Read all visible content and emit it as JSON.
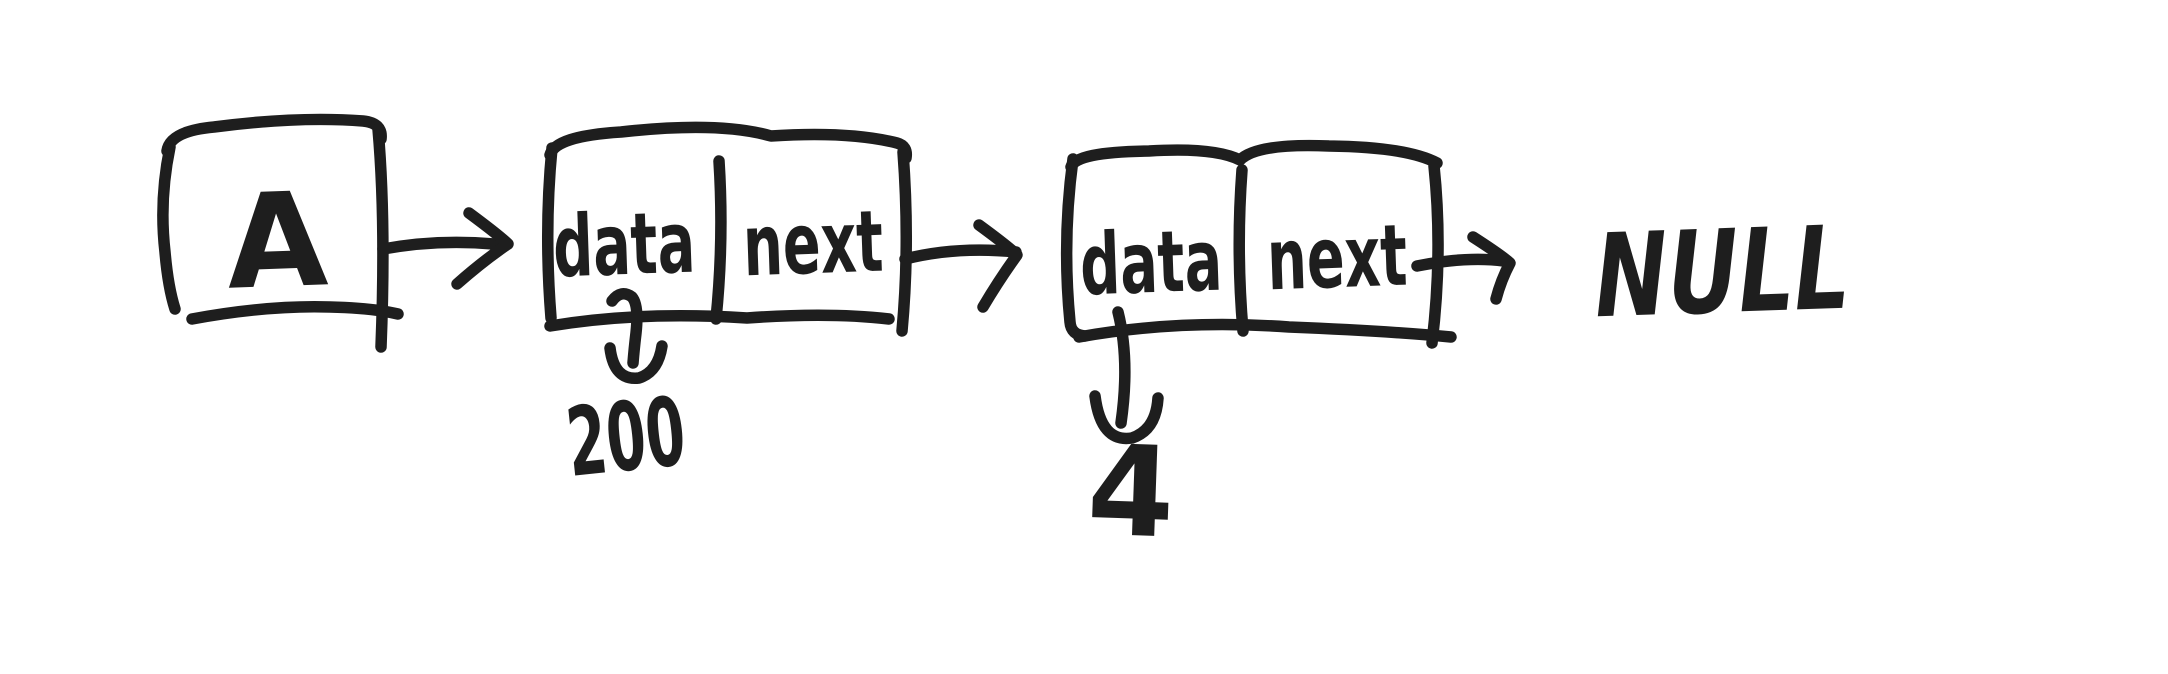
{
  "canvas": {
    "background": "#ffffff",
    "ink_color": "#1e1e1e",
    "description": "Hand-drawn whiteboard sketch of a singly linked list"
  },
  "diagram": {
    "head": {
      "label": "A"
    },
    "nodes": [
      {
        "fields": {
          "data": "data",
          "next": "next"
        },
        "value": "200"
      },
      {
        "fields": {
          "data": "data",
          "next": "next"
        },
        "value": "4"
      }
    ],
    "terminator": {
      "label": "NULL"
    }
  }
}
